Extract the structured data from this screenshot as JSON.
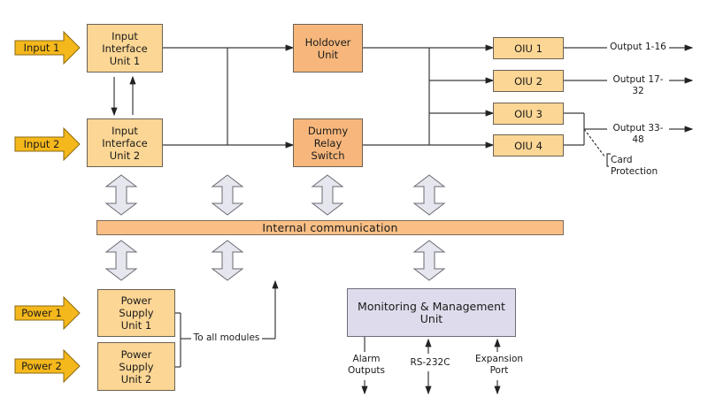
{
  "inputs": [
    {
      "label": "Input 1"
    },
    {
      "label": "Input 2"
    }
  ],
  "power_inputs": [
    {
      "label": "Power 1"
    },
    {
      "label": "Power 2"
    }
  ],
  "units": {
    "iiu1": "Input\nInterface\nUnit 1",
    "iiu2": "Input\nInterface\nUnit 2",
    "holdover": "Holdover\nUnit",
    "dummy": "Dummy\nRelay\nSwitch",
    "oiu": [
      "OIU 1",
      "OIU 2",
      "OIU 3",
      "OIU 4"
    ],
    "psu1": "Power\nSupply\nUnit 1",
    "psu2": "Power\nSupply\nUnit 2",
    "mmu": "Monitoring & Management Unit",
    "bus": "Internal communication"
  },
  "outputs": [
    "Output 1-16",
    "Output 17-32",
    "Output 33-48"
  ],
  "annotations": {
    "card_protection": "Card Protection",
    "to_all_modules": "To all modules",
    "alarm_outputs": "Alarm\nOutputs",
    "rs232c": "RS-232C",
    "expansion_port": "Expansion\nPort"
  },
  "colors": {
    "input_arrow": "#f5b81c",
    "unit_light": "#fcd694",
    "unit_dark": "#f7b77c",
    "bus": "#fbbf85",
    "mmu": "#dedcec",
    "bidir_arrow": "#e6e6ee",
    "line": "#3a3a3a"
  }
}
